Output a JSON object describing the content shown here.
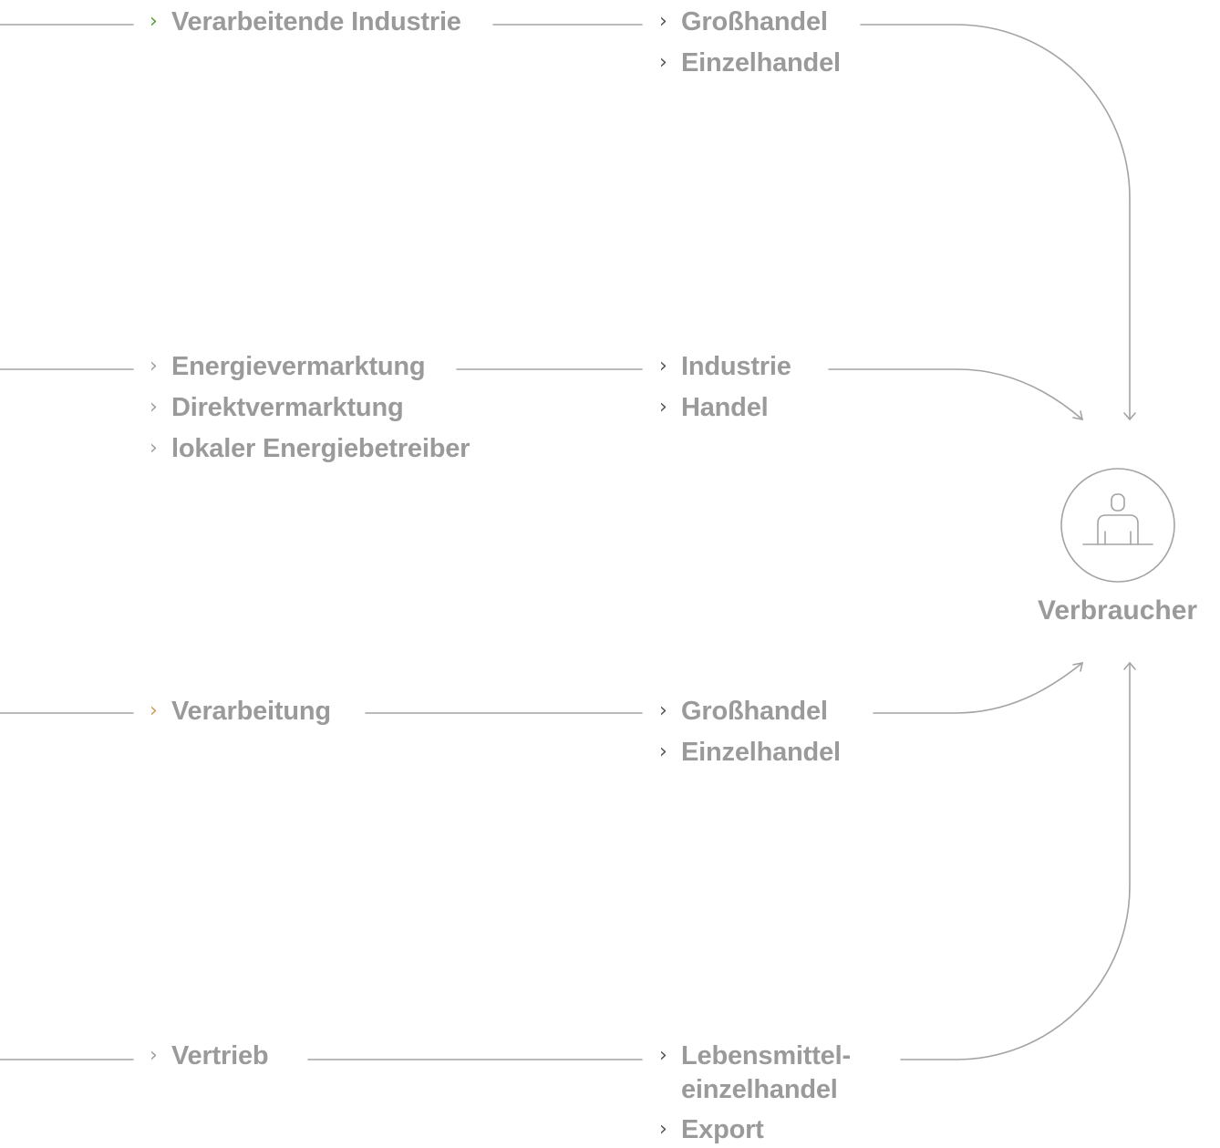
{
  "colors": {
    "line": "#a3a3a3",
    "text": "#9a9a9a",
    "chevron_green": "#5a9a3a",
    "chevron_orange": "#c8a060",
    "chevron_gray": "#a0a0a0",
    "chevron_dark": "#555555"
  },
  "rows": [
    {
      "stage1": [
        {
          "text": "Verarbeitende Industrie",
          "chevron": "green"
        }
      ],
      "stage2": [
        {
          "text": "Großhandel",
          "chevron": "dark"
        },
        {
          "text": "Einzelhandel",
          "chevron": "dark"
        }
      ]
    },
    {
      "stage1": [
        {
          "text": "Energievermarktung",
          "chevron": "gray"
        },
        {
          "text": "Direktvermarktung",
          "chevron": "gray"
        },
        {
          "text": "lokaler Energiebetreiber",
          "chevron": "gray"
        }
      ],
      "stage2": [
        {
          "text": "Industrie",
          "chevron": "dark"
        },
        {
          "text": "Handel",
          "chevron": "dark"
        }
      ]
    },
    {
      "stage1": [
        {
          "text": "Verarbeitung",
          "chevron": "orange"
        }
      ],
      "stage2": [
        {
          "text": "Großhandel",
          "chevron": "dark"
        },
        {
          "text": "Einzelhandel",
          "chevron": "dark"
        }
      ]
    },
    {
      "stage1": [
        {
          "text": "Vertrieb",
          "chevron": "gray"
        }
      ],
      "stage2": [
        {
          "text": "Lebensmittel-",
          "chevron": "dark"
        },
        {
          "text": "einzelhandel",
          "chevron": "none"
        },
        {
          "text": "Export",
          "chevron": "dark"
        }
      ]
    }
  ],
  "chevron_glyph": "›",
  "consumer": {
    "label": "Verbraucher",
    "icon": "person-at-desk-icon"
  }
}
